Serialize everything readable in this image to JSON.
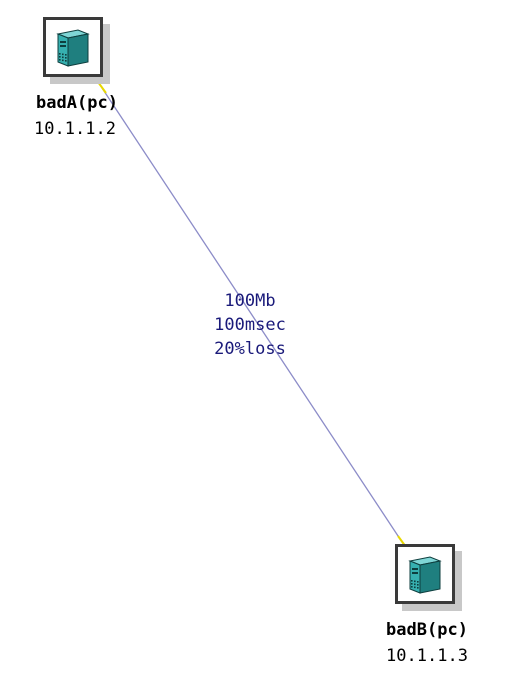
{
  "nodes": [
    {
      "name": "badA(pc)",
      "ip": "10.1.1.2",
      "icon": "pc-icon"
    },
    {
      "name": "badB(pc)",
      "ip": "10.1.1.3",
      "icon": "pc-icon"
    }
  ],
  "link": {
    "bandwidth": "100Mb",
    "delay": "100msec",
    "loss": "20%loss"
  },
  "colors": {
    "link_line": "#8c8cc8",
    "link_endpoint": "#e8d800",
    "label_text": "#1a1a7a",
    "node_border": "#3a3a3a",
    "pc_body": "#2c9c9c"
  }
}
